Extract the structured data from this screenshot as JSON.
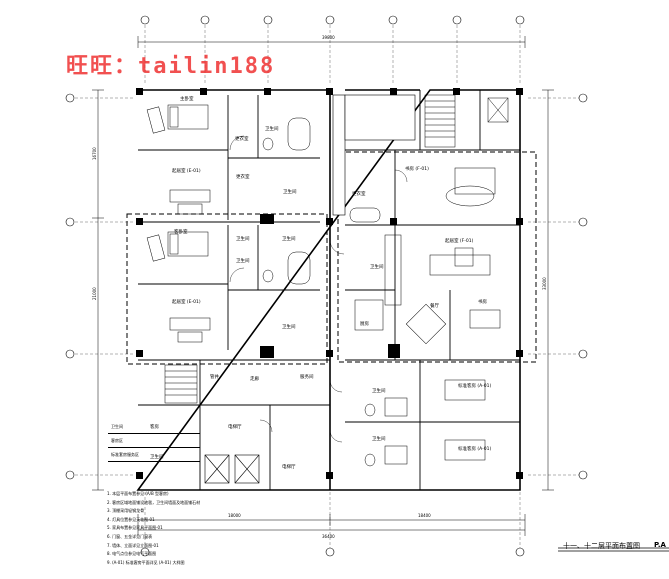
{
  "watermark": "旺旺：tailin188",
  "title_block": {
    "title": "十一、十二层平面布置图",
    "sheet_no": "P.A"
  },
  "room_labels": [
    "主卧室",
    "卫生间",
    "更衣室",
    "起居室 (E-01)",
    "卫生间",
    "更衣室",
    "卫生间",
    "卫生间",
    "起居室 (E-01)",
    "卫生间",
    "客卧室",
    "卫生间",
    "更衣室",
    "书房 (F-01)",
    "起居室 (F-01)",
    "卫生间",
    "餐厅",
    "厨房",
    "书房",
    "电梯厅",
    "走廊",
    "客房",
    "卫生间",
    "服务间",
    "标准客房 (A-01)",
    "标准客房 (A-01)",
    "卫生间",
    "卫生间",
    "电梯厅",
    "管井"
  ],
  "dimension_labels": {
    "top": "39800",
    "bottom_left": "18000",
    "bottom_right": "18400",
    "bottom_total": "36400",
    "left_upper": "16700",
    "left_lower": "21000",
    "right": "33000"
  },
  "legend_rows": [
    "卫生间",
    "客房区",
    "标准套房服务区"
  ],
  "notes": [
    "1. 本层平面布置参见 (A/B 型客房)",
    "2. 客房区域地面铺设地毯，卫生间墙面及地面铺石材",
    "3. 顶棚采用轻钢龙骨",
    "4. 灯具位置参见天花图-01",
    "5. 家具布置参见家具平面图-01",
    "6. 门窗、五金详见门窗表",
    "7. 墙体、立面详见立面图-01",
    "8. 电气点位参见电气平面图",
    "9. (A-01) 标准客房平面详见 (A-01) 大样图"
  ]
}
